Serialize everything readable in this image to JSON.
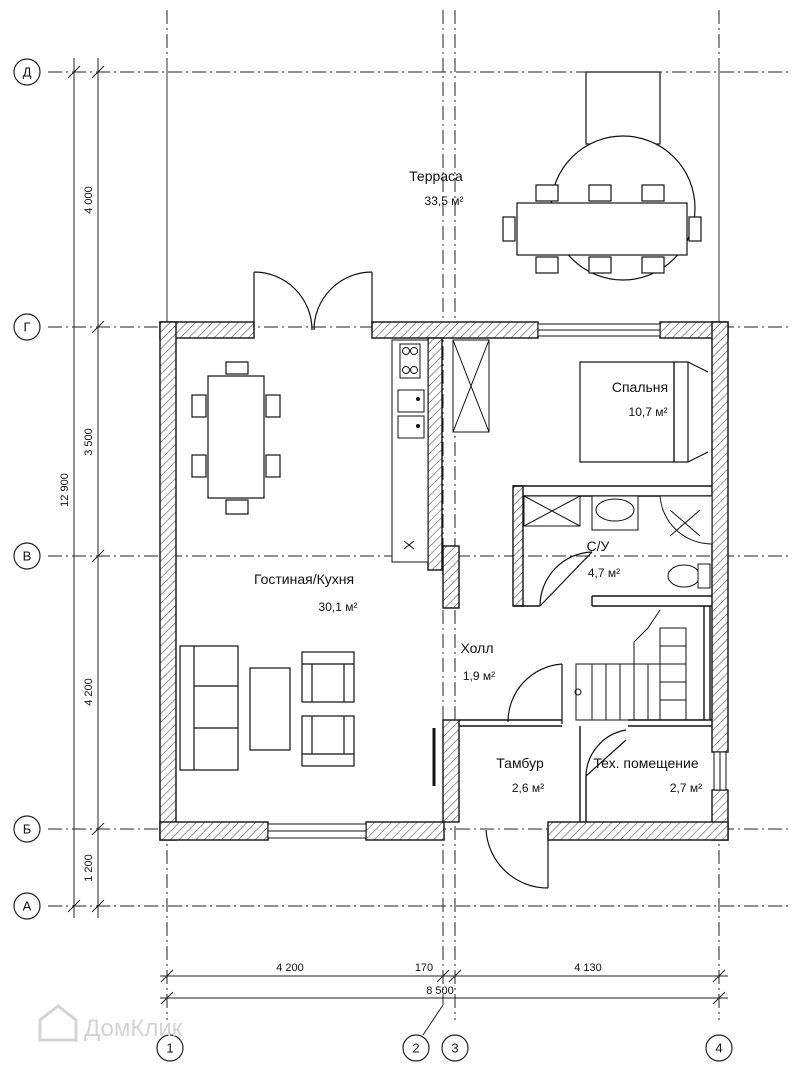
{
  "axes": {
    "rows": [
      "Д",
      "Г",
      "В",
      "Б",
      "А"
    ],
    "columns": [
      "1",
      "2",
      "3",
      "4"
    ]
  },
  "dimensions": {
    "left_inner": [
      "4 000",
      "3 500",
      "4 200",
      "1 200"
    ],
    "left_total": "12 900",
    "bottom_parts": [
      "4 200",
      "170",
      "4 130"
    ],
    "bottom_total": "8 500"
  },
  "rooms": {
    "terrace": {
      "name": "Терраса",
      "area": "33,5 м²"
    },
    "bedroom": {
      "name": "Спальня",
      "area": "10,7 м²"
    },
    "bathroom": {
      "name": "С/У",
      "area": "4,7 м²"
    },
    "living": {
      "name": "Гостиная/Кухня",
      "area": "30,1 м²"
    },
    "hall": {
      "name": "Холл",
      "area": "1,9 м²"
    },
    "vestibule": {
      "name": "Тамбур",
      "area": "2,6 м²"
    },
    "tech": {
      "name": "Тех. помещение",
      "area": "2,7 м²"
    }
  },
  "watermark": "ДомКлик"
}
